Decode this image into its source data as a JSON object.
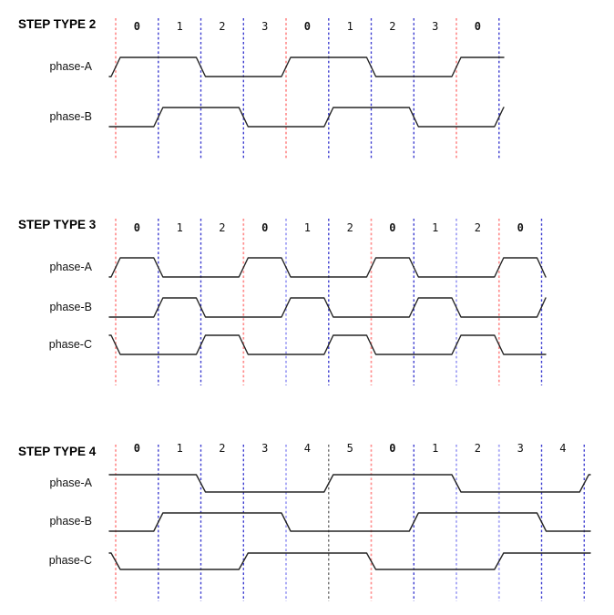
{
  "palette": {
    "red": "#ff8f8f",
    "blue": "#3d3dd0",
    "lavender": "#a9a9f5",
    "black": "#555555",
    "trace": "#252525"
  },
  "sections": [
    {
      "title": "STEP TYPE 2",
      "steps": [
        {
          "label": "0",
          "bold": true
        },
        {
          "label": "1",
          "bold": false
        },
        {
          "label": "2",
          "bold": false
        },
        {
          "label": "3",
          "bold": false
        },
        {
          "label": "0",
          "bold": true
        },
        {
          "label": "1",
          "bold": false
        },
        {
          "label": "2",
          "bold": false
        },
        {
          "label": "3",
          "bold": false
        },
        {
          "label": "0",
          "bold": true
        }
      ],
      "boundary_colors": [
        "red",
        "blue",
        "blue",
        "blue",
        "red",
        "blue",
        "blue",
        "blue",
        "red",
        "blue"
      ],
      "phases": [
        {
          "label": "phase-A",
          "pre": 0,
          "levels": [
            1,
            1,
            0,
            0,
            1,
            1,
            0,
            0,
            1
          ],
          "post": 1
        },
        {
          "label": "phase-B",
          "pre": 0,
          "levels": [
            0,
            1,
            1,
            0,
            0,
            1,
            1,
            0,
            0
          ],
          "post": 1
        }
      ]
    },
    {
      "title": "STEP TYPE 3",
      "steps": [
        {
          "label": "0",
          "bold": true
        },
        {
          "label": "1",
          "bold": false
        },
        {
          "label": "2",
          "bold": false
        },
        {
          "label": "0",
          "bold": true
        },
        {
          "label": "1",
          "bold": false
        },
        {
          "label": "2",
          "bold": false
        },
        {
          "label": "0",
          "bold": true
        },
        {
          "label": "1",
          "bold": false
        },
        {
          "label": "2",
          "bold": false
        },
        {
          "label": "0",
          "bold": true
        }
      ],
      "boundary_colors": [
        "red",
        "blue",
        "blue",
        "red",
        "lavender",
        "blue",
        "red",
        "blue",
        "lavender",
        "red",
        "blue"
      ],
      "phases": [
        {
          "label": "phase-A",
          "pre": 0,
          "levels": [
            1,
            0,
            0,
            1,
            0,
            0,
            1,
            0,
            0,
            1
          ],
          "post": 0
        },
        {
          "label": "phase-B",
          "pre": 0,
          "levels": [
            0,
            1,
            0,
            0,
            1,
            0,
            0,
            1,
            0,
            0
          ],
          "post": 1
        },
        {
          "label": "phase-C",
          "pre": 1,
          "levels": [
            0,
            0,
            1,
            0,
            0,
            1,
            0,
            0,
            1,
            0
          ],
          "post": 0
        }
      ]
    },
    {
      "title": "STEP TYPE 4",
      "steps": [
        {
          "label": "0",
          "bold": true
        },
        {
          "label": "1",
          "bold": false
        },
        {
          "label": "2",
          "bold": false
        },
        {
          "label": "3",
          "bold": false
        },
        {
          "label": "4",
          "bold": false
        },
        {
          "label": "5",
          "bold": false
        },
        {
          "label": "0",
          "bold": true
        },
        {
          "label": "1",
          "bold": false
        },
        {
          "label": "2",
          "bold": false
        },
        {
          "label": "3",
          "bold": false
        },
        {
          "label": "4",
          "bold": false
        }
      ],
      "boundary_colors": [
        "red",
        "blue",
        "blue",
        "blue",
        "lavender",
        "black",
        "red",
        "blue",
        "lavender",
        "lavender",
        "blue",
        "blue"
      ],
      "phases": [
        {
          "label": "phase-A",
          "pre": 1,
          "levels": [
            1,
            1,
            0,
            0,
            0,
            1,
            1,
            1,
            0,
            0,
            0
          ],
          "post": 1
        },
        {
          "label": "phase-B",
          "pre": 0,
          "levels": [
            0,
            1,
            1,
            1,
            0,
            0,
            0,
            1,
            1,
            1,
            0
          ],
          "post": 0
        },
        {
          "label": "phase-C",
          "pre": 1,
          "levels": [
            0,
            0,
            0,
            1,
            1,
            1,
            0,
            0,
            0,
            1,
            1
          ],
          "post": 1
        }
      ]
    }
  ]
}
